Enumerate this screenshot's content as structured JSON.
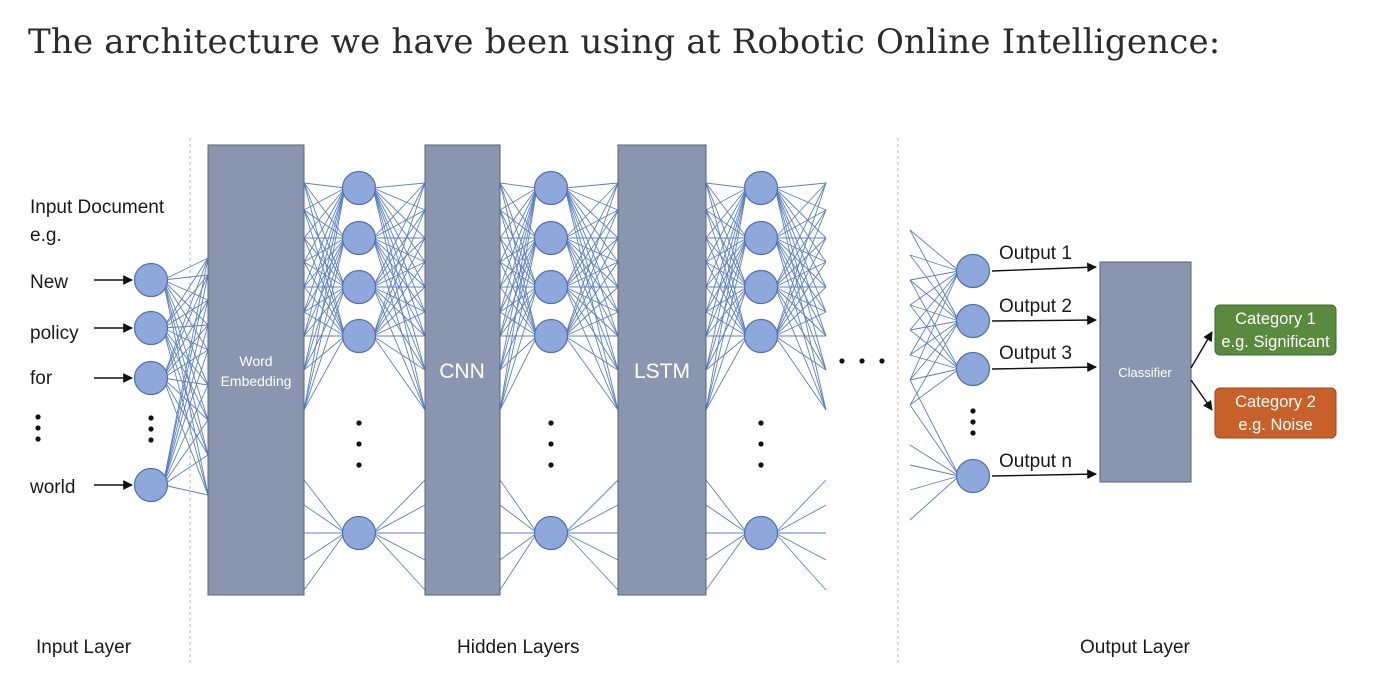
{
  "heading": "The architecture we have been using at Robotic Online Intelligence:",
  "input": {
    "title_line1": "Input Document",
    "title_line2": "e.g.",
    "words": [
      "New",
      "policy",
      "for",
      "world"
    ]
  },
  "layers": {
    "embedding": [
      "Word",
      "Embedding"
    ],
    "cnn": "CNN",
    "lstm": "LSTM",
    "classifier": "Classifier"
  },
  "outputs": [
    "Output 1",
    "Output 2",
    "Output 3",
    "Output n"
  ],
  "categories": [
    {
      "line1": "Category 1",
      "line2": "e.g. Significant",
      "color": "#5a8a3e"
    },
    {
      "line1": "Category 2",
      "line2": "e.g. Noise",
      "color": "#c8602a"
    }
  ],
  "layer_labels": {
    "input": "Input Layer",
    "hidden": "Hidden Layers",
    "output": "Output Layer"
  },
  "colors": {
    "node_fill": "#8fa8dc",
    "node_stroke": "#4f6fb0",
    "edge": "#5b80c4",
    "box_fill": "#8a96b0",
    "box_stroke": "#56627a"
  }
}
